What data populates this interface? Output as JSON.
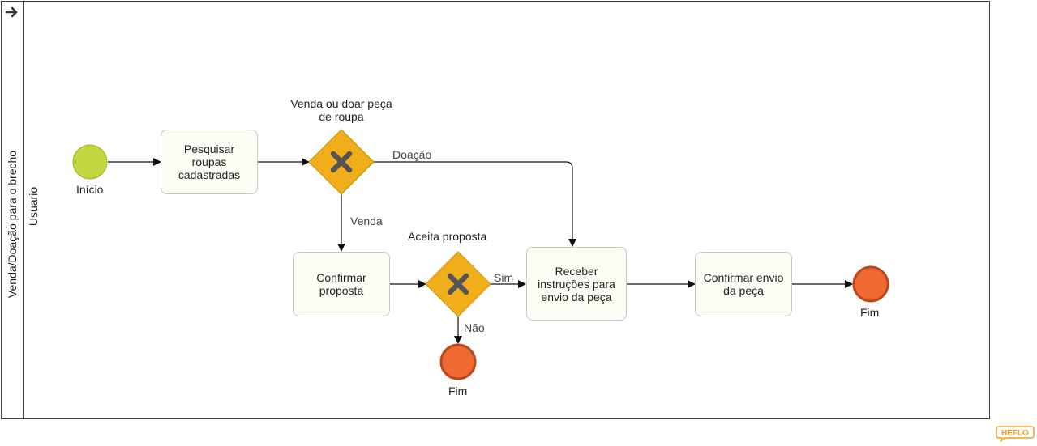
{
  "pool": {
    "name": "Venda/Doação para o brecho"
  },
  "lane": {
    "name": "Usuario"
  },
  "events": {
    "start": {
      "label": "Início",
      "color": "#c3d53f"
    },
    "end_1": {
      "label": "Fim",
      "color": "#ef6a32"
    },
    "end_2": {
      "label": "Fim",
      "color": "#ef6a32"
    }
  },
  "tasks": {
    "search": {
      "label": "Pesquisar roupas cadastradas"
    },
    "confirm_proposal": {
      "label": "Confirmar proposta"
    },
    "receive_instructions": {
      "label": "Receber instruções para envio da peça"
    },
    "confirm_shipping": {
      "label": "Confirmar envio da peça"
    }
  },
  "gateways": {
    "sell_or_donate": {
      "label": "Venda ou doar peça de roupa",
      "color": "#f0ae1b"
    },
    "accept_proposal": {
      "label": "Aceita proposta",
      "color": "#f0ae1b"
    }
  },
  "flows": {
    "donation": "Doação",
    "sale": "Venda",
    "yes": "Sim",
    "no": "Não"
  },
  "watermark": {
    "text": "HEFLO"
  }
}
